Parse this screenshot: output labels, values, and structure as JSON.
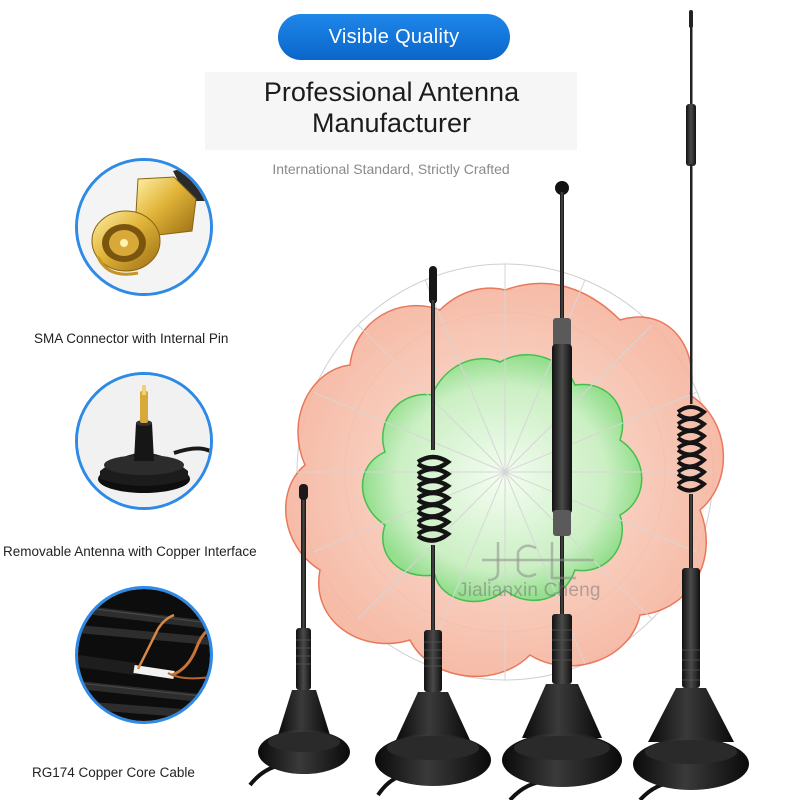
{
  "badge": {
    "label": "Visible Quality"
  },
  "headline": {
    "line1": "Professional Antenna",
    "line2": "Manufacturer"
  },
  "subtitle": "International Standard, Strictly Crafted",
  "features": [
    {
      "label": "SMA Connector with Internal Pin",
      "icon": "sma-connector-photo"
    },
    {
      "label": "Removable Antenna with Copper Interface",
      "icon": "magnetic-base-photo"
    },
    {
      "label": "RG174 Copper Core Cable",
      "icon": "copper-cable-photo"
    }
  ],
  "watermark": {
    "text": "Jialianxin Cheng"
  },
  "colors": {
    "accent_blue": "#1f86ea",
    "radar_outer": "#f08a6a",
    "radar_inner": "#5fd06a",
    "antenna_black": "#1a1a1a"
  }
}
